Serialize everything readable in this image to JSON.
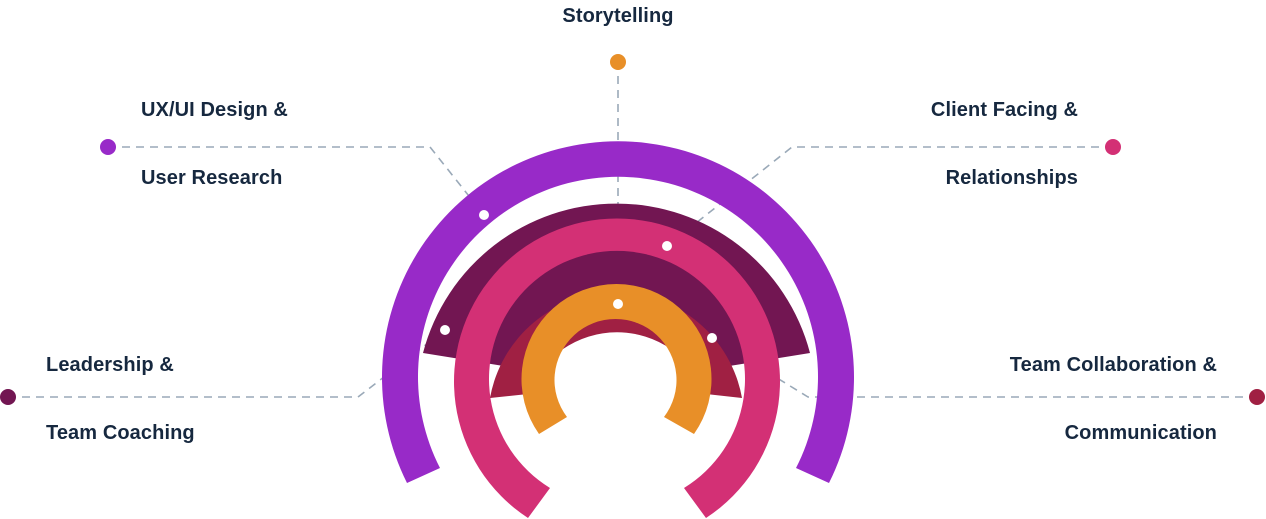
{
  "labels": {
    "storytelling": "Storytelling",
    "ux_line1": "UX/UI Design &",
    "ux_line2": "User Research",
    "client_line1": "Client Facing &",
    "client_line2": "Relationships",
    "leadership_line1": "Leadership &",
    "leadership_line2": "Team Coaching",
    "team_line1": "Team Collaboration &",
    "team_line2": "Communication"
  },
  "colors": {
    "text": "#16283f",
    "connector": "#9aa9b8",
    "purple_bright": "#982ac8",
    "purple_dark": "#721652",
    "pink": "#d33075",
    "crimson": "#a02043",
    "orange": "#e88f28"
  }
}
